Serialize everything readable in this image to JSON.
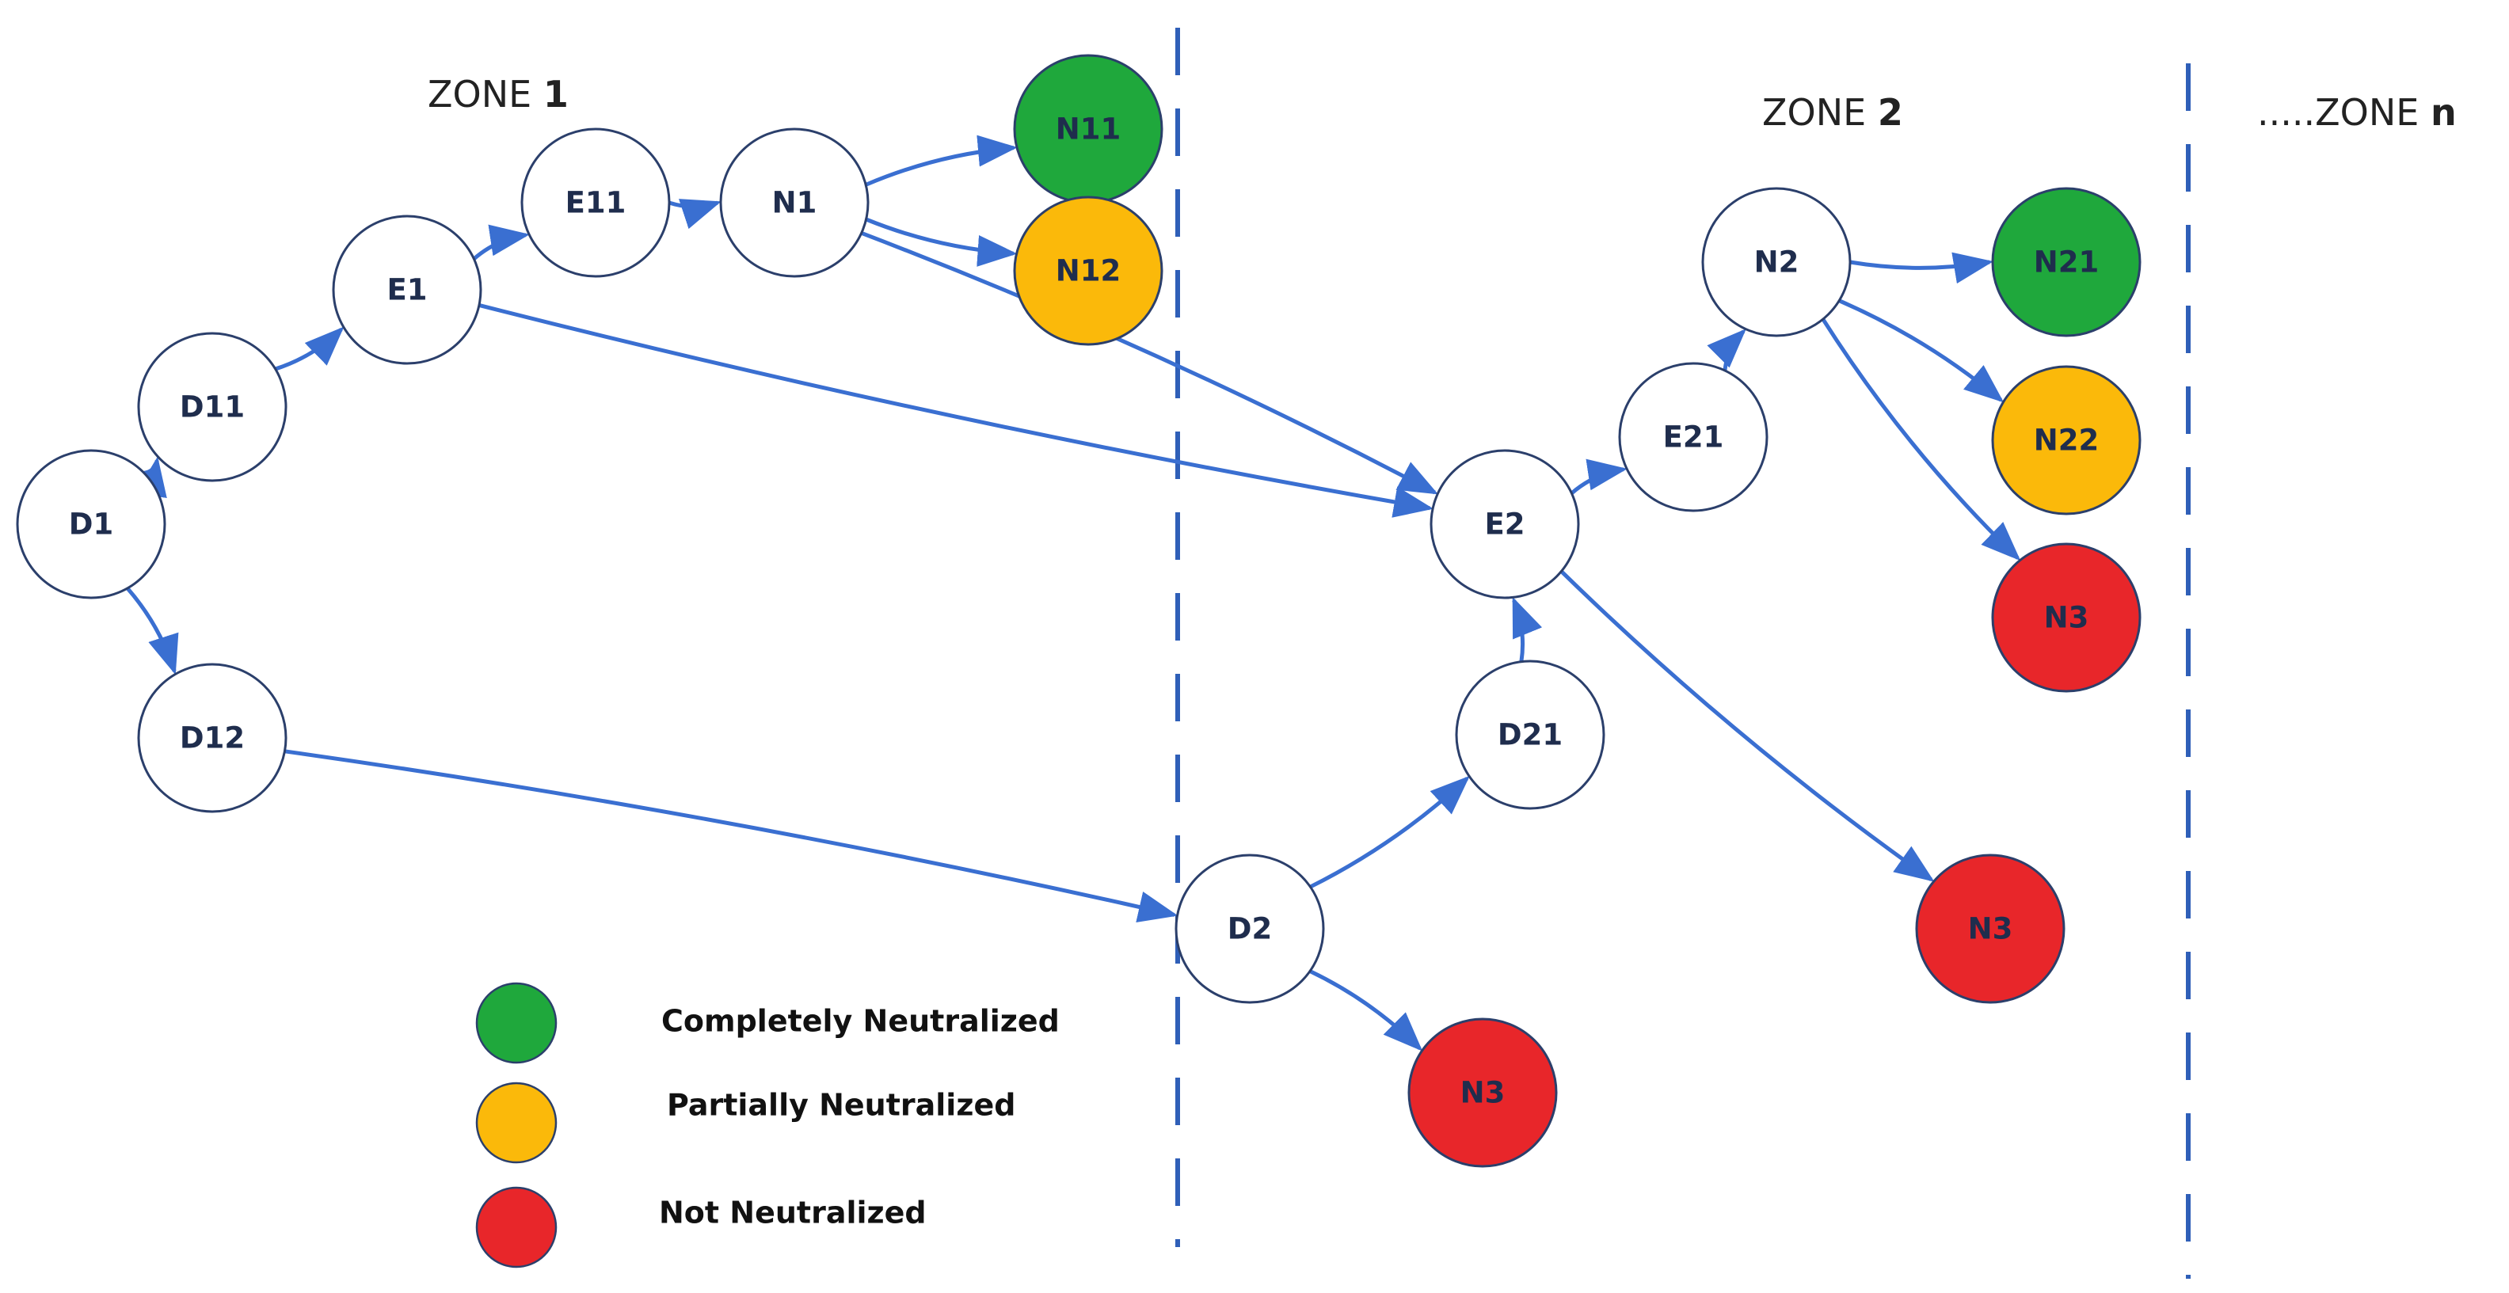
{
  "zones": [
    {
      "id": "z1",
      "prefix": "ZONE ",
      "number": "1"
    },
    {
      "id": "z2",
      "prefix": "ZONE ",
      "number": "2"
    },
    {
      "id": "zn",
      "prefix": ".....ZONE ",
      "number": "n"
    }
  ],
  "colors": {
    "edge": "#3a6fd1",
    "node_stroke": "#2b3f6b",
    "node_fill": "#ffffff",
    "divider": "#2f5fb8",
    "completely_neutralized": "#1fa83c",
    "partially_neutralized": "#fbb90a",
    "not_neutralized": "#e8262a"
  },
  "nodes": [
    {
      "id": "D1",
      "label": "D1",
      "status": "none"
    },
    {
      "id": "D11",
      "label": "D11",
      "status": "none"
    },
    {
      "id": "D12",
      "label": "D12",
      "status": "none"
    },
    {
      "id": "E1",
      "label": "E1",
      "status": "none"
    },
    {
      "id": "E11",
      "label": "E11",
      "status": "none"
    },
    {
      "id": "N1",
      "label": "N1",
      "status": "none"
    },
    {
      "id": "N11",
      "label": "N11",
      "status": "completely_neutralized"
    },
    {
      "id": "N12",
      "label": "N12",
      "status": "partially_neutralized"
    },
    {
      "id": "E2",
      "label": "E2",
      "status": "none"
    },
    {
      "id": "E21",
      "label": "E21",
      "status": "none"
    },
    {
      "id": "D2",
      "label": "D2",
      "status": "none"
    },
    {
      "id": "D21",
      "label": "D21",
      "status": "none"
    },
    {
      "id": "N2",
      "label": "N2",
      "status": "none"
    },
    {
      "id": "N21",
      "label": "N21",
      "status": "completely_neutralized"
    },
    {
      "id": "N22",
      "label": "N22",
      "status": "partially_neutralized"
    },
    {
      "id": "N3a",
      "label": "N3",
      "status": "not_neutralized"
    },
    {
      "id": "N3b",
      "label": "N3",
      "status": "not_neutralized"
    },
    {
      "id": "N3c",
      "label": "N3",
      "status": "not_neutralized"
    }
  ],
  "edges": [
    {
      "from": "D1",
      "to": "D11"
    },
    {
      "from": "D1",
      "to": "D12"
    },
    {
      "from": "D11",
      "to": "E1"
    },
    {
      "from": "E1",
      "to": "E11"
    },
    {
      "from": "E11",
      "to": "N1"
    },
    {
      "from": "N1",
      "to": "N11"
    },
    {
      "from": "N1",
      "to": "N12"
    },
    {
      "from": "N1",
      "to": "E2"
    },
    {
      "from": "E1",
      "to": "E2"
    },
    {
      "from": "D12",
      "to": "D2"
    },
    {
      "from": "D2",
      "to": "D21"
    },
    {
      "from": "D2",
      "to": "N3c"
    },
    {
      "from": "D21",
      "to": "E2"
    },
    {
      "from": "E2",
      "to": "E21"
    },
    {
      "from": "E2",
      "to": "N3b"
    },
    {
      "from": "E21",
      "to": "N2"
    },
    {
      "from": "N2",
      "to": "N21"
    },
    {
      "from": "N2",
      "to": "N22"
    },
    {
      "from": "N2",
      "to": "N3a"
    }
  ],
  "legend": [
    {
      "status": "completely_neutralized",
      "label": "Completely Neutralized"
    },
    {
      "status": "partially_neutralized",
      "label": "Partially Neutralized"
    },
    {
      "status": "not_neutralized",
      "label": "Not Neutralized"
    }
  ]
}
